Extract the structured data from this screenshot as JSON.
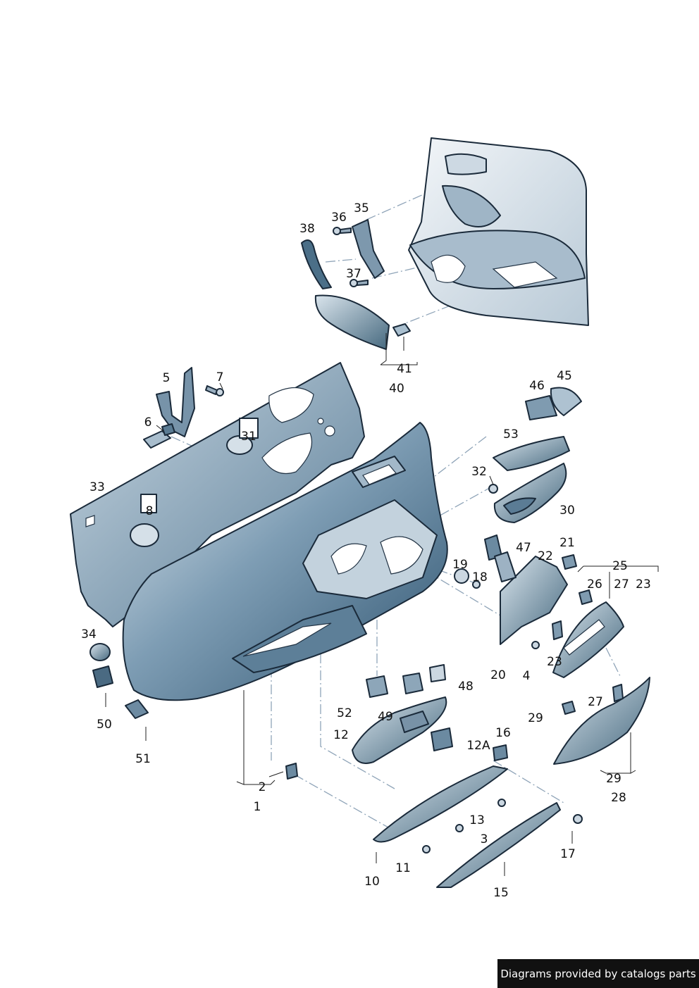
{
  "diagram": {
    "callouts": [
      {
        "id": "p1",
        "text": "1"
      },
      {
        "id": "p2",
        "text": "2"
      },
      {
        "id": "p3",
        "text": "3"
      },
      {
        "id": "p4",
        "text": "4"
      },
      {
        "id": "p5",
        "text": "5"
      },
      {
        "id": "p6",
        "text": "6"
      },
      {
        "id": "p7",
        "text": "7"
      },
      {
        "id": "p8",
        "text": "8"
      },
      {
        "id": "p10",
        "text": "10"
      },
      {
        "id": "p11",
        "text": "11"
      },
      {
        "id": "p12",
        "text": "12"
      },
      {
        "id": "p12a",
        "text": "12A"
      },
      {
        "id": "p13",
        "text": "13"
      },
      {
        "id": "p15",
        "text": "15"
      },
      {
        "id": "p16",
        "text": "16"
      },
      {
        "id": "p17",
        "text": "17"
      },
      {
        "id": "p18",
        "text": "18"
      },
      {
        "id": "p19",
        "text": "19"
      },
      {
        "id": "p20",
        "text": "20"
      },
      {
        "id": "p21",
        "text": "21"
      },
      {
        "id": "p22",
        "text": "22"
      },
      {
        "id": "p23a",
        "text": "23"
      },
      {
        "id": "p23b",
        "text": "23"
      },
      {
        "id": "p25",
        "text": "25"
      },
      {
        "id": "p26",
        "text": "26"
      },
      {
        "id": "p27a",
        "text": "27"
      },
      {
        "id": "p27b",
        "text": "27"
      },
      {
        "id": "p28",
        "text": "28"
      },
      {
        "id": "p29a",
        "text": "29"
      },
      {
        "id": "p29b",
        "text": "29"
      },
      {
        "id": "p30",
        "text": "30"
      },
      {
        "id": "p31",
        "text": "31"
      },
      {
        "id": "p32",
        "text": "32"
      },
      {
        "id": "p33",
        "text": "33"
      },
      {
        "id": "p34",
        "text": "34"
      },
      {
        "id": "p35",
        "text": "35"
      },
      {
        "id": "p36",
        "text": "36"
      },
      {
        "id": "p37",
        "text": "37"
      },
      {
        "id": "p38",
        "text": "38"
      },
      {
        "id": "p40",
        "text": "40"
      },
      {
        "id": "p41",
        "text": "41"
      },
      {
        "id": "p45",
        "text": "45"
      },
      {
        "id": "p46",
        "text": "46"
      },
      {
        "id": "p47",
        "text": "47"
      },
      {
        "id": "p48",
        "text": "48"
      },
      {
        "id": "p49",
        "text": "49"
      },
      {
        "id": "p50",
        "text": "50"
      },
      {
        "id": "p51",
        "text": "51"
      },
      {
        "id": "p52",
        "text": "52"
      },
      {
        "id": "p53",
        "text": "53"
      }
    ]
  },
  "footer": {
    "credit": "Diagrams provided by catalogs parts"
  },
  "colors": {
    "part_dark": "#3f6580",
    "part_light": "#b9cbd8",
    "outline": "#1a2a3a",
    "footer_bg": "#111111"
  }
}
